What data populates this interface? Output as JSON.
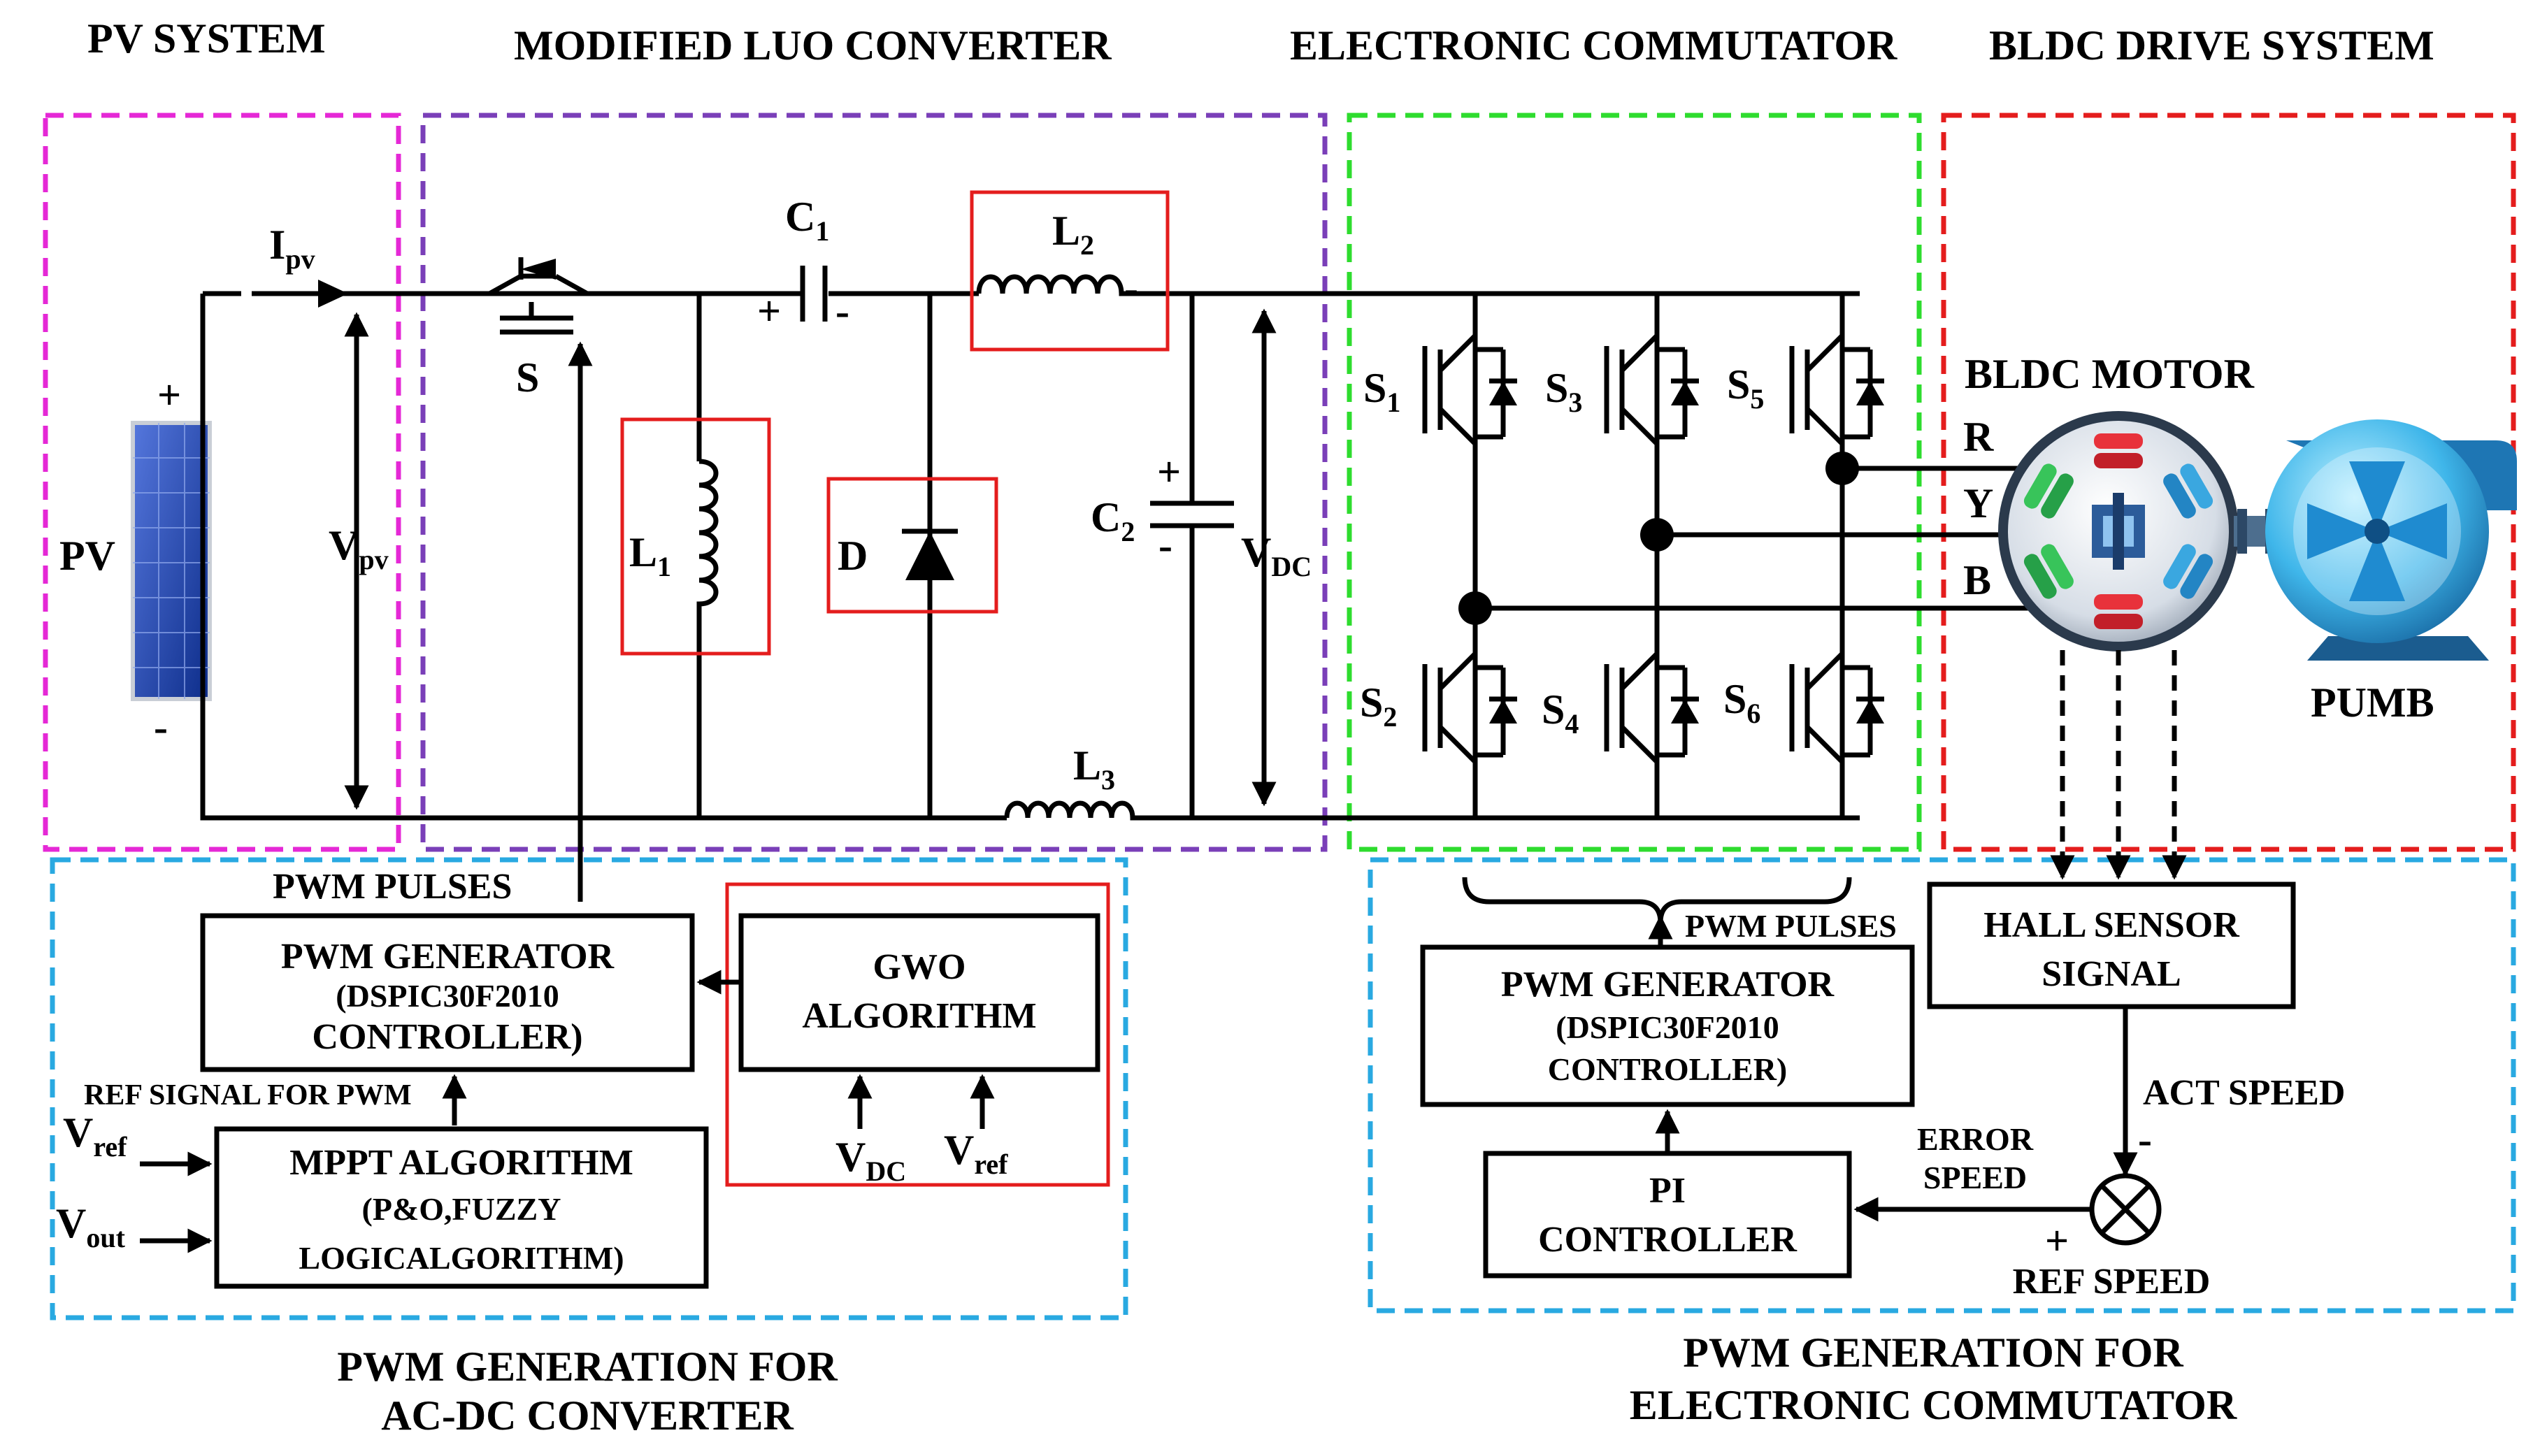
{
  "sections": {
    "pv_system": "PV SYSTEM",
    "luo_converter": "MODIFIED LUO CONVERTER",
    "commutator": "ELECTRONIC COMMUTATOR",
    "bldc_drive": "BLDC DRIVE SYSTEM",
    "pwm_acdc_line1": "PWM GENERATION  FOR",
    "pwm_acdc_line2": "AC-DC CONVERTER",
    "pwm_comm_line1": "PWM GENERATION FOR",
    "pwm_comm_line2": "ELECTRONIC COMMUTATOR"
  },
  "pv": {
    "label": "PV",
    "plus": "+",
    "minus": "-",
    "current": "I",
    "current_sub": "pv",
    "voltage": "V",
    "voltage_sub": "pv"
  },
  "luo": {
    "switch": "S",
    "c1": "C",
    "c1_sub": "1",
    "c1_plus": "+",
    "c1_minus": "-",
    "l1": "L",
    "l1_sub": "1",
    "l2": "L",
    "l2_sub": "2",
    "l2_minus": "-",
    "l3": "L",
    "l3_sub": "3",
    "diode": "D",
    "c2": "C",
    "c2_sub": "2",
    "c2_plus": "+",
    "c2_minus": "-",
    "vdc": "V",
    "vdc_sub": "DC"
  },
  "inverter": {
    "switches": [
      {
        "name": "S",
        "sub": "1"
      },
      {
        "name": "S",
        "sub": "3"
      },
      {
        "name": "S",
        "sub": "5"
      },
      {
        "name": "S",
        "sub": "2"
      },
      {
        "name": "S",
        "sub": "4"
      },
      {
        "name": "S",
        "sub": "6"
      }
    ]
  },
  "motor": {
    "title": "BLDC MOTOR",
    "phase_r": "R",
    "phase_y": "Y",
    "phase_b": "B",
    "pump": "PUMB"
  },
  "pwm_left": {
    "pulses": "PWM  PULSES",
    "gen_line1": "PWM GENERATOR",
    "gen_line2": "(DSPIC30F2010",
    "gen_line3": "CONTROLLER)",
    "gwo_line1": "GWO",
    "gwo_line2": "ALGORITHM",
    "gwo_in1": "V",
    "gwo_in1_sub": "DC",
    "gwo_in2": "V",
    "gwo_in2_sub": "ref",
    "ref_signal": "REF SIGNAL FOR PWM",
    "mppt_line1": "MPPT ALGORITHM",
    "mppt_line2": "(P&O,FUZZY",
    "mppt_line3": "LOGICALGORITHM)",
    "vref": "V",
    "vref_sub": "ref",
    "vout": "V",
    "vout_sub": "out"
  },
  "pwm_right": {
    "pulses": "PWM PULSES",
    "gen_line1": "PWM GENERATOR",
    "gen_line2": "(DSPIC30F2010",
    "gen_line3": "CONTROLLER)",
    "hall_line1": "HALL SENSOR",
    "hall_line2": "SIGNAL",
    "act_speed": "ACT SPEED",
    "act_minus": "-",
    "error_line1": "ERROR",
    "error_line2": "SPEED",
    "pi_line1": "PI",
    "pi_line2": "CONTROLLER",
    "ref_speed": "REF SPEED",
    "ref_plus": "+"
  },
  "colors": {
    "pv_frame": "#e528d6",
    "luo_frame": "#7a3fb8",
    "commutator_frame": "#2edc2e",
    "bldc_frame": "#e41d1d",
    "pwm_frame": "#29a9e1",
    "highlight": "#e41d1d"
  }
}
